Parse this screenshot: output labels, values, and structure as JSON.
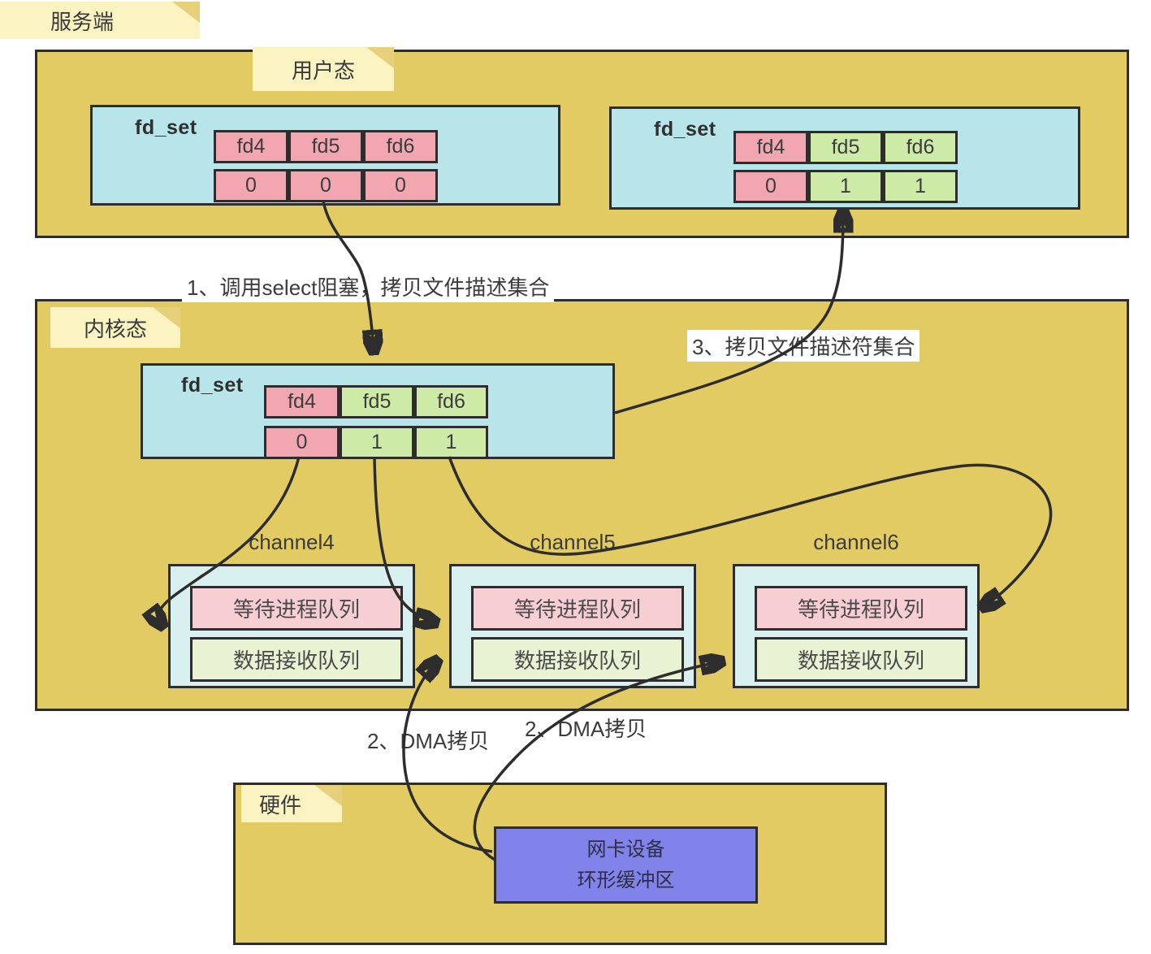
{
  "colors": {
    "canvas_bg": "#ffffff",
    "panel_yellow": "#e2cb62",
    "sticky_yellow": "#fbf3c1",
    "sticky_fold": "#e6d07c",
    "cyan": "#b7e5e9",
    "channel_cyan": "#d8f1f0",
    "cell_pink": "#f2a7b0",
    "cell_green": "#cdeaa6",
    "queue_pink": "#f7ced3",
    "queue_green": "#e8f3d3",
    "nic_blue": "#8183ea",
    "line": "#2d2d2d",
    "text": "#333333"
  },
  "stickies": {
    "server": "服务端",
    "user_mode": "用户态",
    "kernel_mode": "内核态",
    "hardware": "硬件"
  },
  "user_space": {
    "fdset_before": {
      "title": "fd_set",
      "headers": [
        "fd4",
        "fd5",
        "fd6"
      ],
      "values": [
        "0",
        "0",
        "0"
      ]
    },
    "fdset_after": {
      "title": "fd_set",
      "headers": [
        "fd4",
        "fd5",
        "fd6"
      ],
      "values": [
        "0",
        "1",
        "1"
      ]
    }
  },
  "kernel_space": {
    "fdset": {
      "title": "fd_set",
      "headers": [
        "fd4",
        "fd5",
        "fd6"
      ],
      "values": [
        "0",
        "1",
        "1"
      ]
    },
    "channels": [
      {
        "label": "channel4",
        "wait_queue": "等待进程队列",
        "recv_queue": "数据接收队列"
      },
      {
        "label": "channel5",
        "wait_queue": "等待进程队列",
        "recv_queue": "数据接收队列"
      },
      {
        "label": "channel6",
        "wait_queue": "等待进程队列",
        "recv_queue": "数据接收队列"
      }
    ]
  },
  "hardware": {
    "nic_line1": "网卡设备",
    "nic_line2": "环形缓冲区"
  },
  "annotations": {
    "step1": "1、调用select阻塞，拷贝文件描述集合",
    "step2_left": "2、DMA拷贝",
    "step2_right": "2、DMA拷贝",
    "step3": "3、拷贝文件描述符集合"
  }
}
